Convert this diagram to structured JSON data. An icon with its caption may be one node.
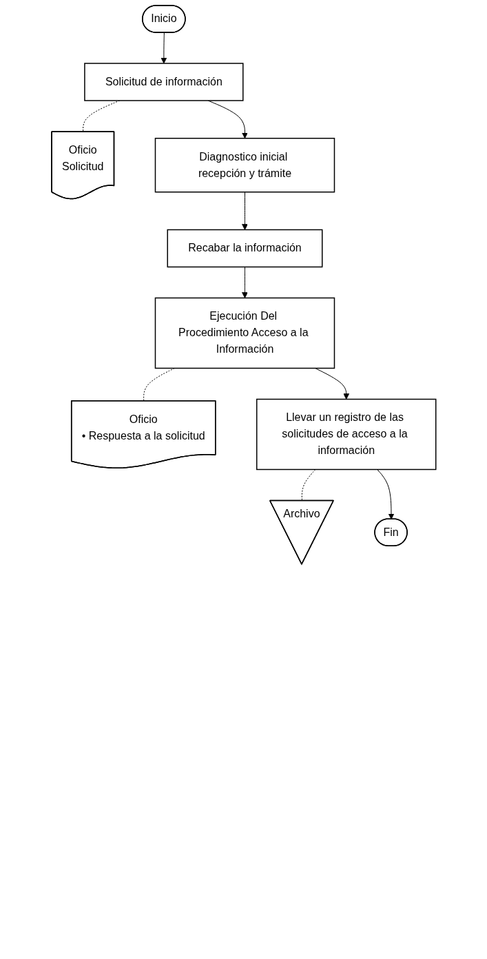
{
  "diagram": {
    "nodes": [
      {
        "text": [
          "Inicio"
        ]
      },
      {
        "text": [
          "Solicitud de información"
        ]
      },
      {
        "text": [
          "Oficio",
          "Solicitud"
        ]
      },
      {
        "text": [
          "Diagnostico inicial recepción y trámite"
        ]
      },
      {
        "text": [
          "Recabar la información"
        ]
      },
      {
        "text": [
          "Ejecución Del Procedimiento Acceso a la Información"
        ]
      },
      {
        "text": [
          "Oficio",
          "• Respuesta a la solicitud"
        ]
      },
      {
        "text": [
          "Llevar un registro de las solicitudes de acceso a la información"
        ]
      },
      {
        "text": [
          "Archivo"
        ]
      },
      {
        "text": [
          "Fin"
        ]
      }
    ],
    "edges": [
      {
        "from": 0,
        "to": 1,
        "arrow": "to"
      },
      {
        "from": 1,
        "to": 2,
        "arrow": "none",
        "style": "dashed"
      },
      {
        "from": 1,
        "to": 3,
        "arrow": "to"
      },
      {
        "from": 3,
        "to": 4,
        "arrow": "to"
      },
      {
        "from": 4,
        "to": 5,
        "arrow": "to"
      },
      {
        "from": 5,
        "to": 6,
        "arrow": "none",
        "style": "dashed"
      },
      {
        "from": 5,
        "to": 7,
        "arrow": "to"
      },
      {
        "from": 7,
        "to": 8,
        "arrow": "none",
        "style": "dashed"
      },
      {
        "from": 7,
        "to": 9,
        "arrow": "to"
      }
    ]
  }
}
